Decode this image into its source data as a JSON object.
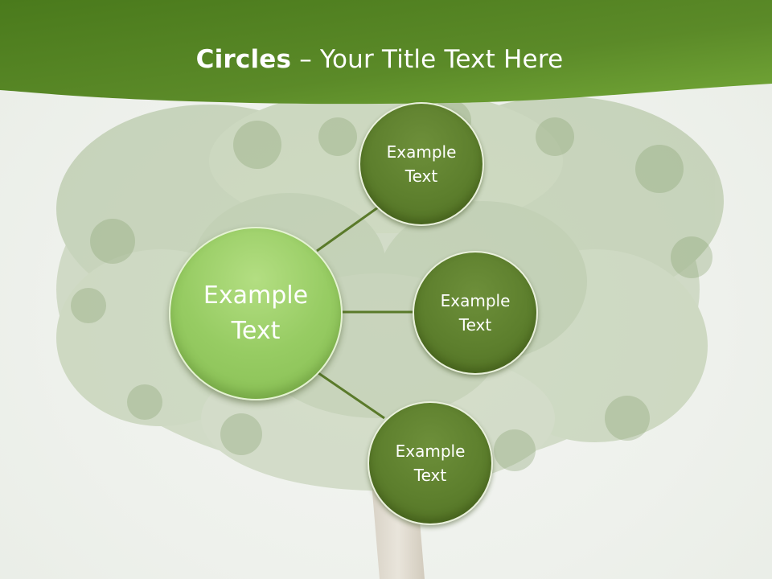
{
  "slide": {
    "title_bold": "Circles",
    "title_rest": " – Your Title Text Here"
  },
  "diagram": {
    "center": {
      "label": "Example\nText"
    },
    "nodes": [
      {
        "label": "Example\nText"
      },
      {
        "label": "Example\nText"
      },
      {
        "label": "Example\nText"
      }
    ]
  },
  "colors": {
    "header_green": "#5a8a2a",
    "center_fill": "#97cc63",
    "node_fill": "#5d7f2d",
    "connector": "#5a7a2a"
  }
}
